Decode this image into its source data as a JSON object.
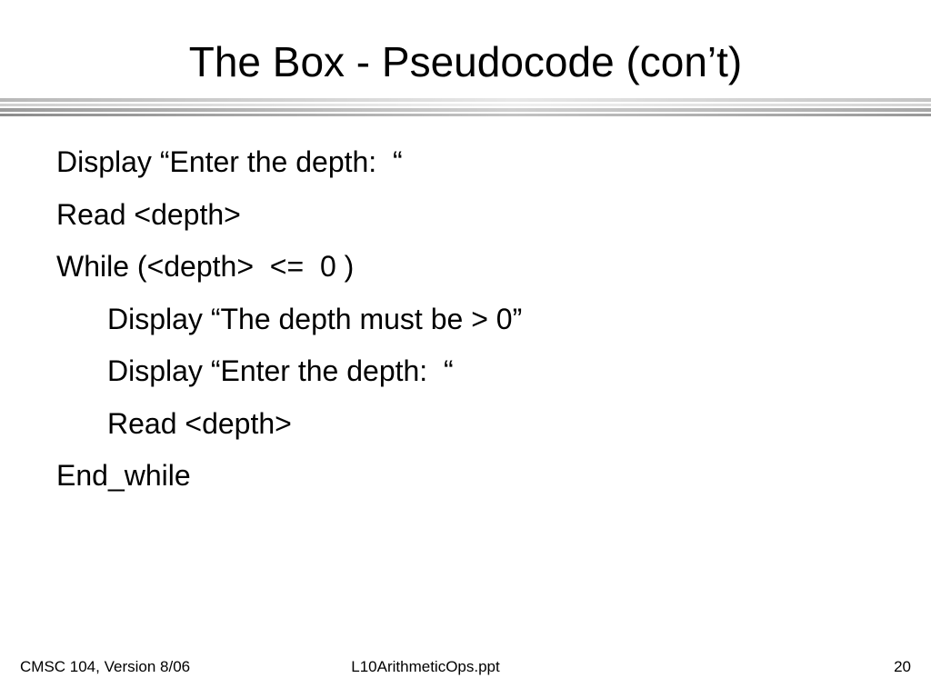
{
  "slide": {
    "title": "The Box - Pseudocode (con’t)",
    "lines": [
      {
        "text": "Display “Enter the depth:  “",
        "indent": 0
      },
      {
        "text": "Read <depth>",
        "indent": 0
      },
      {
        "text": "While (<depth>  <=  0 )",
        "indent": 0
      },
      {
        "text": "Display “The depth must be > 0”",
        "indent": 1
      },
      {
        "text": "Display “Enter the depth:  “",
        "indent": 1
      },
      {
        "text": "Read <depth>",
        "indent": 1
      },
      {
        "text": "End_while",
        "indent": 0
      }
    ]
  },
  "footer": {
    "course": "CMSC 104, Version 8/06",
    "filename": "L10ArithmeticOps.ppt",
    "page_number": "20"
  }
}
